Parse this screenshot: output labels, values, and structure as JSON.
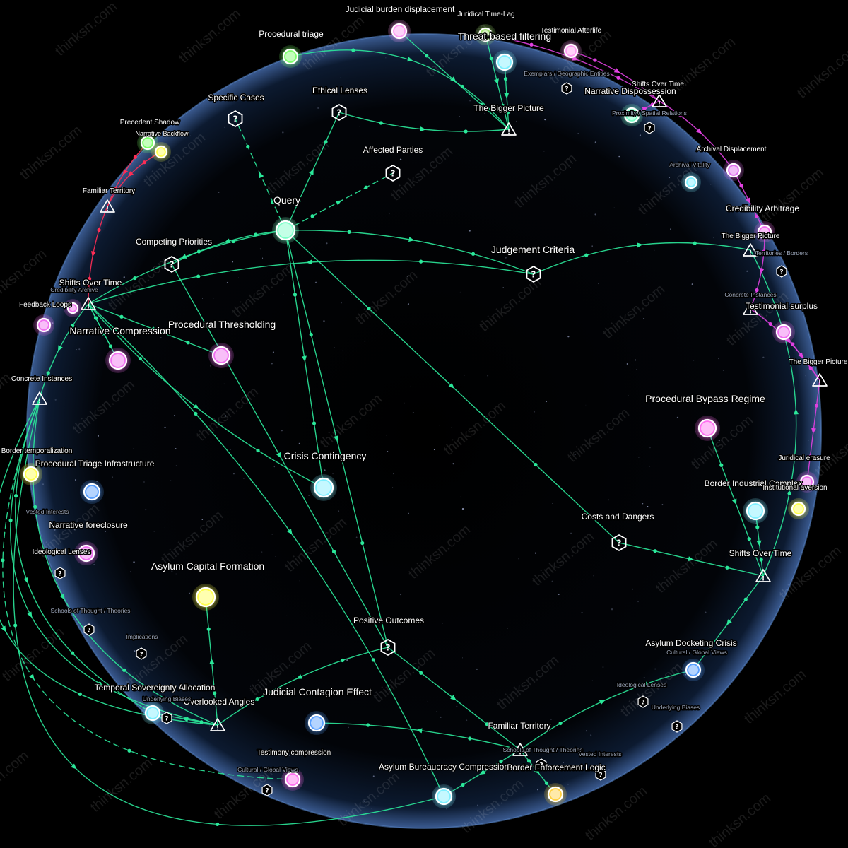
{
  "colors": {
    "green": "#2be89a",
    "magenta": "#e040e0",
    "red": "#ff2d55",
    "sphere_edge": "#5a86c8"
  },
  "watermark": "thinksn.com",
  "nodes": {
    "query": {
      "label": "Query",
      "kind": "circle",
      "color": "#7dffc8"
    },
    "judgement_criteria": {
      "label": "Judgement Criteria",
      "kind": "question"
    },
    "competing_priorities": {
      "label": "Competing Priorities",
      "kind": "question"
    },
    "ethical_lenses": {
      "label": "Ethical Lenses",
      "kind": "question"
    },
    "affected_parties": {
      "label": "Affected Parties",
      "kind": "question"
    },
    "specific_cases": {
      "label": "Specific Cases",
      "kind": "question"
    },
    "costs_and_dangers": {
      "label": "Costs and Dangers",
      "kind": "question"
    },
    "positive_outcomes": {
      "label": "Positive Outcomes",
      "kind": "question"
    },
    "bigger_picture_top": {
      "label": "The Bigger Picture",
      "kind": "warning"
    },
    "shifts_over_time_left": {
      "label": "Shifts Over Time",
      "kind": "warning"
    },
    "shifts_over_time_right": {
      "label": "Shifts Over Time",
      "kind": "warning"
    },
    "concrete_instances_left": {
      "label": "Concrete Instances",
      "kind": "warning"
    },
    "familiar_territory_bottom": {
      "label": "Familiar Territory",
      "kind": "warning"
    },
    "overlooked_angles": {
      "label": "Overlooked Angles",
      "kind": "warning"
    },
    "familiar_territory_top": {
      "label": "Familiar Territory",
      "kind": "warning"
    },
    "shifts_over_time_top": {
      "label": "Shifts Over Time",
      "kind": "warning"
    },
    "the_bigger_picture_right": {
      "label": "The Bigger Picture",
      "kind": "warning"
    },
    "concrete_instances_right": {
      "label": "Concrete Instances",
      "kind": "warning"
    },
    "the_bigger_picture_far_right": {
      "label": "The Bigger Picture",
      "kind": "warning"
    },
    "crisis_contingency": {
      "label": "Crisis Contingency",
      "kind": "circle",
      "color": "#7ff0ff"
    },
    "procedural_thresholding": {
      "label": "Procedural Thresholding",
      "kind": "circle",
      "color": "#f070f0"
    },
    "narrative_compression": {
      "label": "Narrative Compression",
      "kind": "circle",
      "color": "#f070f0"
    },
    "procedural_triage": {
      "label": "Procedural triage",
      "kind": "circle",
      "color": "#7cff6a"
    },
    "judicial_burden_displacement": {
      "label": "Judicial burden displacement",
      "kind": "circle",
      "color": "#ff9cf2"
    },
    "juridical_time_lag": {
      "label": "Juridical Time-Lag",
      "kind": "circle",
      "color": "#9fe070"
    },
    "threat_based_filtering": {
      "label": "Threat-based filtering",
      "kind": "circle",
      "color": "#7ff0ff"
    },
    "testimonial_afterlife": {
      "label": "Testimonial Afterlife",
      "kind": "circle",
      "color": "#ff9cf2"
    },
    "narrative_dispossession": {
      "label": "Narrative Dispossession",
      "kind": "circle",
      "color": "#7dffc8"
    },
    "archival_displacement": {
      "label": "Archival Displacement",
      "kind": "circle",
      "color": "#e070f0"
    },
    "archival_vitality": {
      "label": "Archival Vitality",
      "kind": "circle",
      "color": "#7ff0ff"
    },
    "credibility_arbitrage": {
      "label": "Credibility Arbitrage",
      "kind": "circle",
      "color": "#f070f0"
    },
    "testimonial_surplus": {
      "label": "Testimonial surplus",
      "kind": "circle",
      "color": "#f070f0"
    },
    "procedural_bypass_regime": {
      "label": "Procedural Bypass Regime",
      "kind": "circle",
      "color": "#ff70f0"
    },
    "juridical_erasure": {
      "label": "Juridical erasure",
      "kind": "circle",
      "color": "#f070f0"
    },
    "border_industrial_complex": {
      "label": "Border Industrial Complex",
      "kind": "circle",
      "color": "#7ff0ff"
    },
    "institutional_aversion": {
      "label": "Institutional aversion",
      "kind": "circle",
      "color": "#ffff50"
    },
    "asylum_docketing_crisis": {
      "label": "Asylum Docketing Crisis",
      "kind": "circle",
      "color": "#5aa0ff"
    },
    "asylum_bureaucracy_compression": {
      "label": "Asylum Bureaucracy Compression",
      "kind": "circle",
      "color": "#7ff0ff"
    },
    "border_enforcement_logic": {
      "label": "Border Enforcement Logic",
      "kind": "circle",
      "color": "#ffd040"
    },
    "judicial_contagion_effect": {
      "label": "Judicial Contagion Effect",
      "kind": "circle",
      "color": "#5aa0ff"
    },
    "testimony_compression": {
      "label": "Testimony compression",
      "kind": "circle",
      "color": "#ff70f0"
    },
    "temporal_sovereignty_allocation": {
      "label": "Temporal Sovereignty Allocation",
      "kind": "circle",
      "color": "#7ff0ff"
    },
    "asylum_capital_formation": {
      "label": "Asylum Capital Formation",
      "kind": "circle",
      "color": "#ffff50"
    },
    "procedural_triage_infrastructure": {
      "label": "Procedural Triage Infrastructure",
      "kind": "circle",
      "color": "#5aa0ff"
    },
    "border_temporalization": {
      "label": "Border temporalization",
      "kind": "circle",
      "color": "#ffff50"
    },
    "narrative_foreclosure": {
      "label": "Narrative foreclosure",
      "kind": "circle",
      "color": "#f070f0"
    },
    "precedent_shadow": {
      "label": "Precedent Shadow",
      "kind": "circle",
      "color": "#7cff6a"
    },
    "narrative_backflow": {
      "label": "Narrative Backflow",
      "kind": "circle",
      "color": "#ffff50"
    },
    "feedback_loops": {
      "label": "Feedback Loops",
      "kind": "circle",
      "color": "#f070f0"
    },
    "credibility_archive": {
      "label": "Credibility Archive",
      "kind": "circle",
      "color": "#f070f0"
    }
  },
  "minor_labels": {
    "exemplars_geographic_entities": "Exemplars / Geographic Entities",
    "proximity_spatial_relations": "Proximity / Spatial Relations",
    "territories_borders": "Territories / Borders",
    "vested_interests_left": "Vested Interests",
    "ideological_lenses_left": "Ideological Lenses",
    "schools_of_thought_left": "Schools of Thought / Theories",
    "implications": "Implications",
    "underlying_biases_left": "Underlying Biases",
    "cultural_global_views_left": "Cultural / Global Views",
    "cultural_global_views_right": "Cultural / Global Views",
    "ideological_lenses_right": "Ideological Lenses",
    "underlying_biases_right": "Underlying Biases",
    "schools_of_thought_bottom": "Schools of Thought / Theories",
    "vested_interests_bottom": "Vested Interests"
  }
}
